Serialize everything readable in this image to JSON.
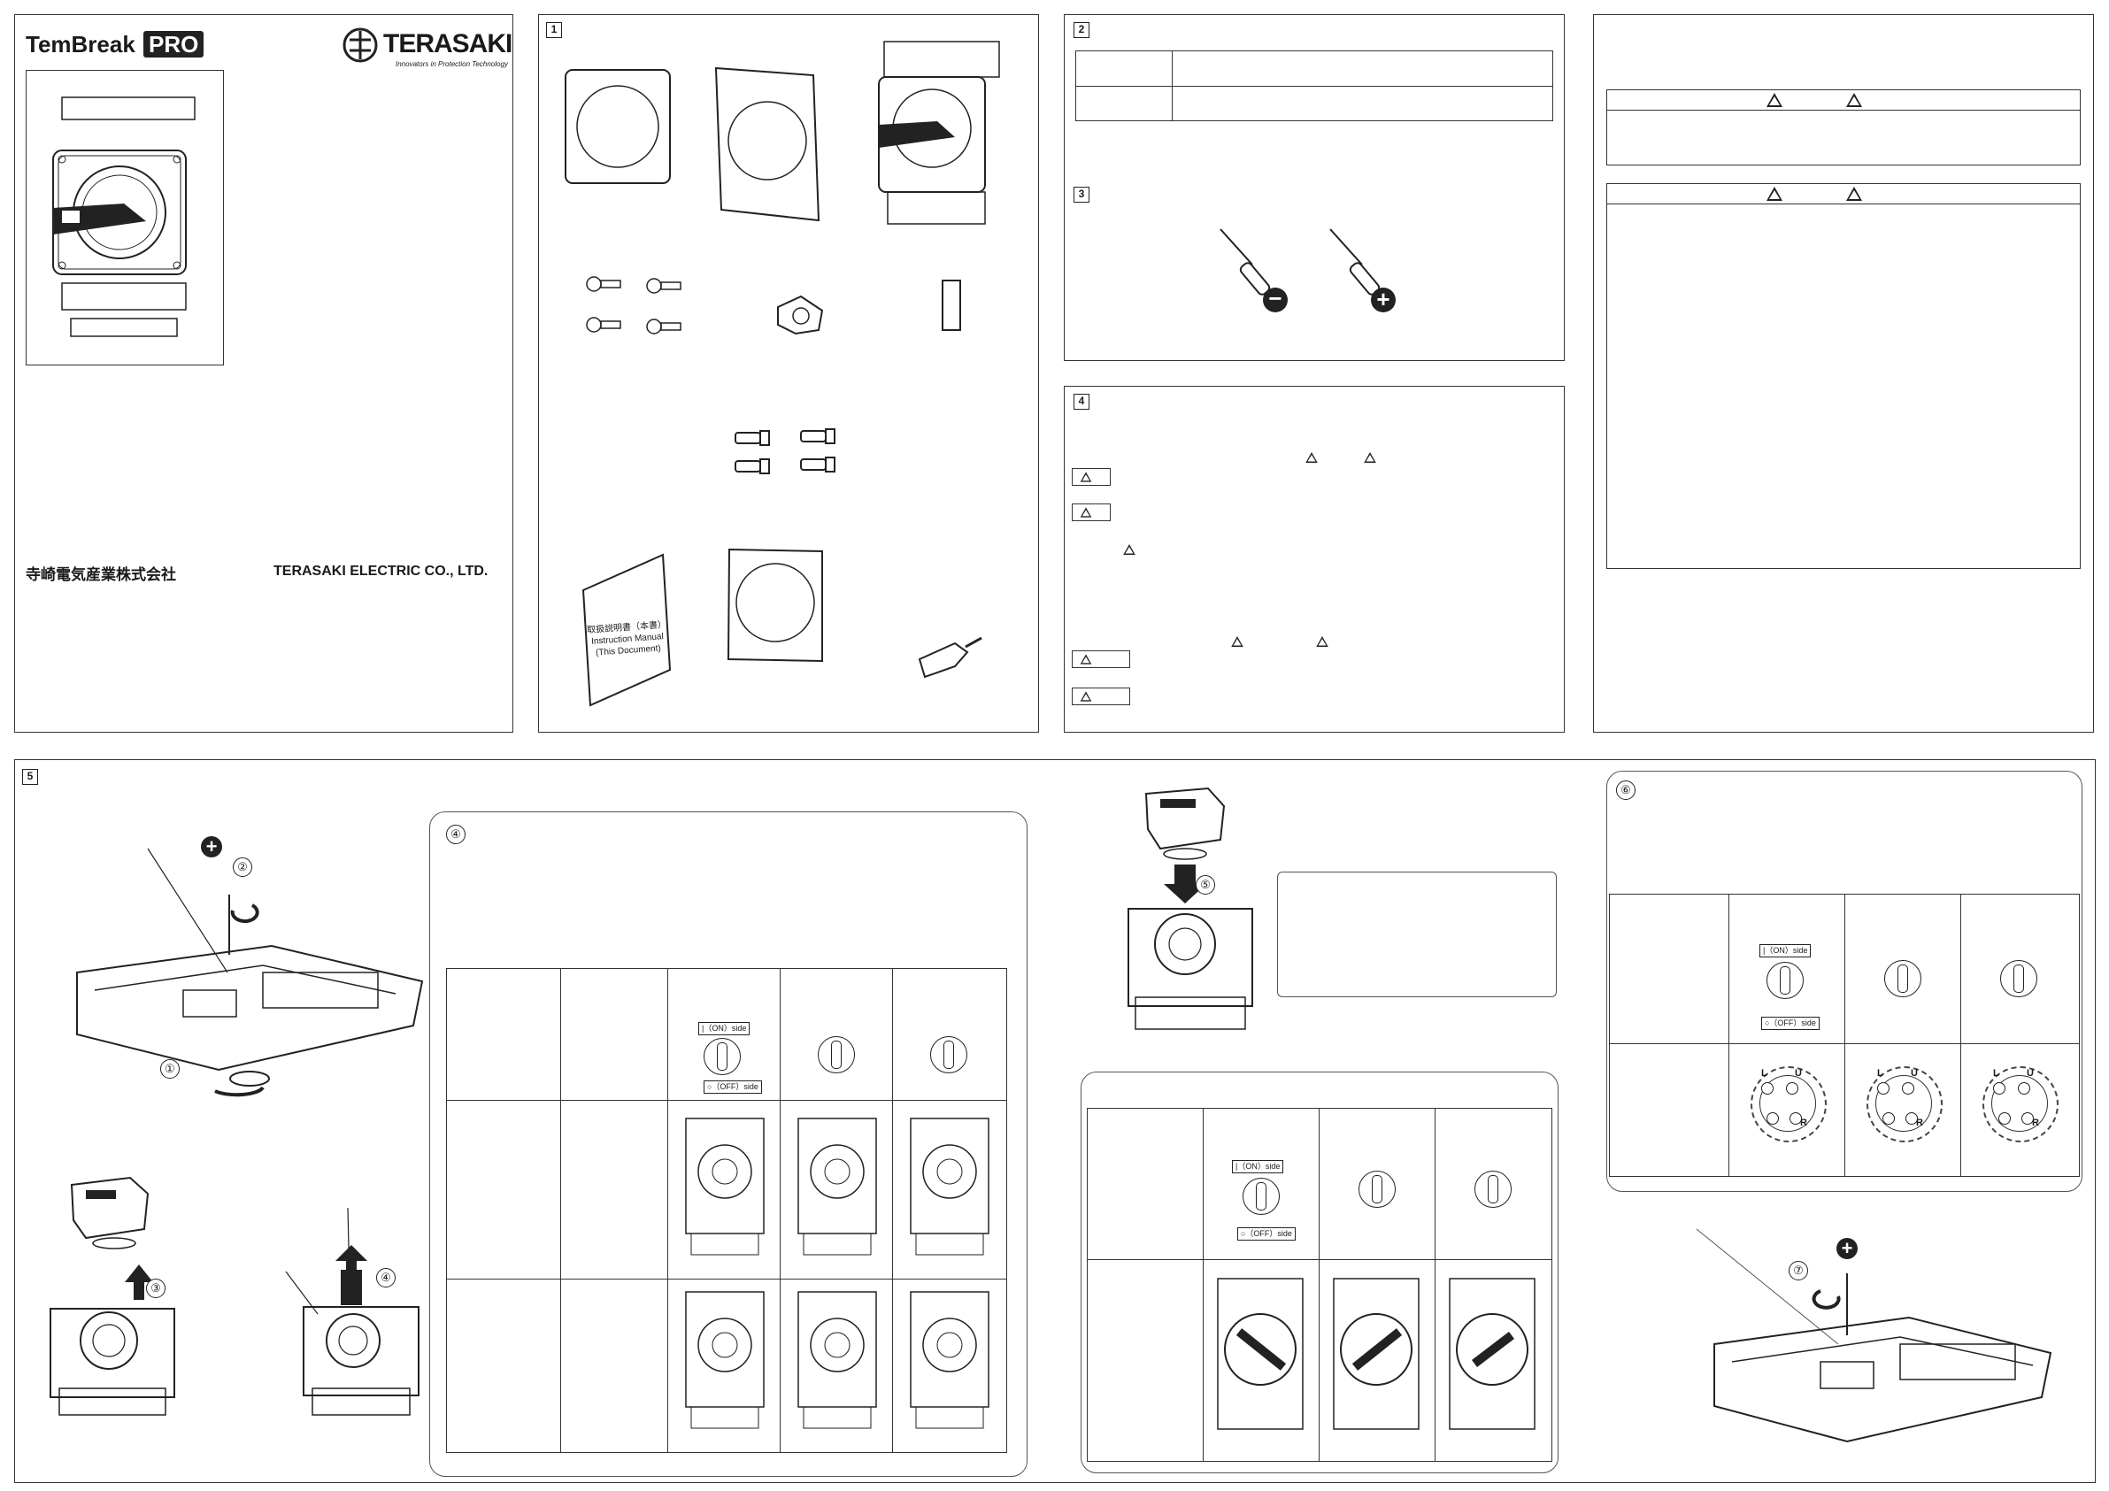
{
  "brand": {
    "product": "TemBreak",
    "product_badge": "PRO",
    "maker_logo": "TERASAKI",
    "tagline": "Innovators in Protection Technology"
  },
  "company": {
    "name_ja": "寺崎電気産業株式会社",
    "name_en": "TERASAKI ELECTRIC CO., LTD."
  },
  "sections": {
    "s1": "1",
    "s2": "2",
    "s3": "3",
    "s4": "4",
    "s5": "5"
  },
  "manual": {
    "line1": "取扱説明書（本書）",
    "line2": "Instruction Manual",
    "line3": "(This Document)"
  },
  "steps": {
    "c1": "①",
    "c2": "②",
    "c3": "③",
    "c4": "④",
    "c5": "⑤",
    "c6": "⑥",
    "c7": "⑦"
  },
  "labels": {
    "on_side": "|（ON）side",
    "off_side": "○（OFF）side",
    "on_side_rot": "|（ON）side",
    "off_side_rot": "○（OFF）side",
    "on_side_flip": "|（ON）side",
    "off_side_flip": "○（OFF）side"
  },
  "gear_letters": {
    "l": "L",
    "u": "U",
    "r": "R"
  },
  "screwdrivers": {
    "minus": "−",
    "plus": "+"
  },
  "colors": {
    "line": "#222222",
    "badge_bg": "#222222",
    "badge_fg": "#ffffff"
  }
}
